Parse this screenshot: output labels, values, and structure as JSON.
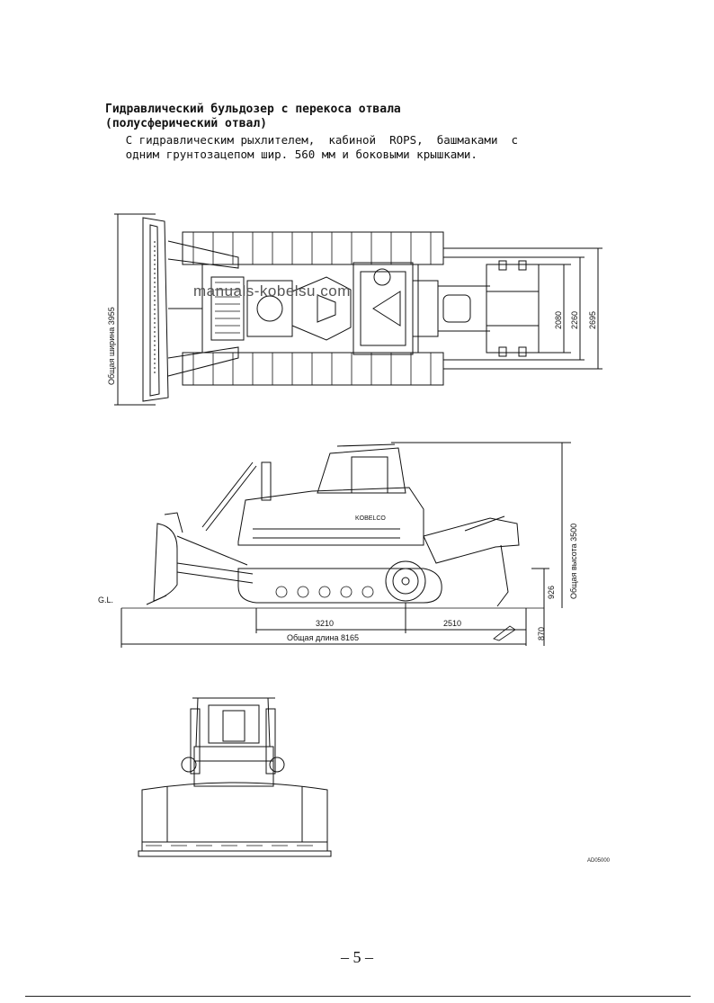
{
  "document": {
    "heading_line1": "Гидравлический бульдозер с перекоса отвала",
    "heading_line2": "(полусферический отвал)",
    "body_line1": "   С гидравлическим рыхлителем,  кабиной  ROPS,  башмаками  с",
    "body_line2": "   одним грунтозацепом шир. 560 мм и боковыми крышками."
  },
  "watermark": "manuals-kobelsu.com",
  "top_view": {
    "overall_width_label": "Общая ширина  3955",
    "dim_2080": "2080",
    "dim_2260": "2260",
    "dim_2695": "2695"
  },
  "side_view": {
    "gl_label": "G.L.",
    "dim_3210": "3210",
    "dim_2510": "2510",
    "overall_length_label": "Общая длина  8165",
    "overall_height_label": "Общая высота  3500",
    "dim_926": "926",
    "dim_870": "870",
    "brand_label": "KOBELCO"
  },
  "figure_code": "AD05000",
  "page_number": "– 5 –"
}
